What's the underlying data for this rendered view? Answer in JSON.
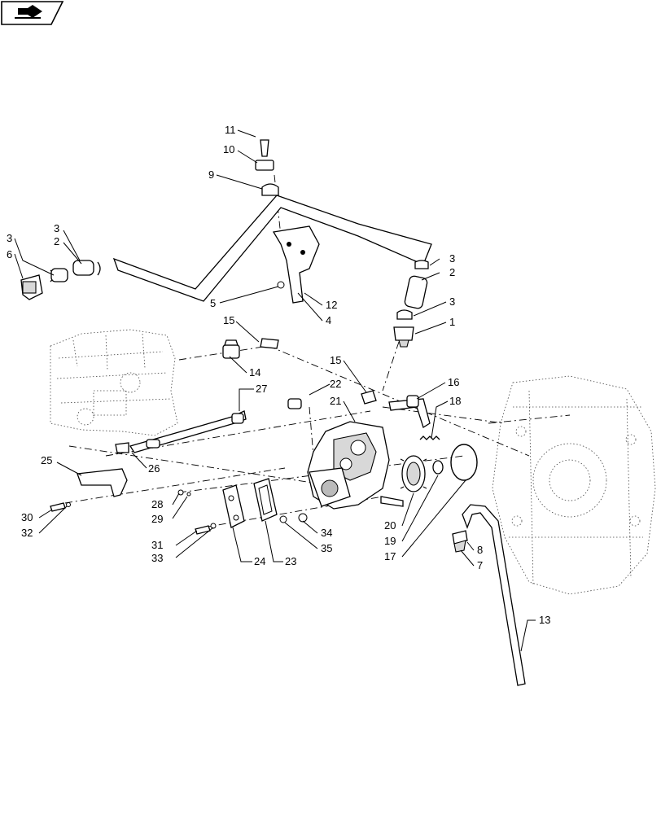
{
  "diagram": {
    "nav_icon": "next-page-arrow-icon",
    "callouts": [
      "1",
      "2",
      "3",
      "4",
      "5",
      "6",
      "7",
      "8",
      "9",
      "10",
      "11",
      "12",
      "13",
      "14",
      "15",
      "16",
      "17",
      "18",
      "19",
      "20",
      "21",
      "22",
      "23",
      "24",
      "25",
      "26",
      "27",
      "28",
      "29",
      "30",
      "31",
      "32",
      "33",
      "34",
      "35"
    ],
    "labels": {
      "l11": "11",
      "l10": "10",
      "l9": "9",
      "l3a": "3",
      "l3b": "3",
      "l2a": "2",
      "l6": "6",
      "l3c": "3",
      "l2b": "2",
      "l3d": "3",
      "l1": "1",
      "l5": "5",
      "l12": "12",
      "l4": "4",
      "l15a": "15",
      "l14": "14",
      "l27": "27",
      "l22": "22",
      "l15b": "15",
      "l21": "21",
      "l16": "16",
      "l18": "18",
      "l25": "25",
      "l26": "26",
      "l28": "28",
      "l29": "29",
      "l30": "30",
      "l32": "32",
      "l31": "31",
      "l33": "33",
      "l24": "24",
      "l23": "23",
      "l34": "34",
      "l35": "35",
      "l20": "20",
      "l19": "19",
      "l17": "17",
      "l8": "8",
      "l7": "7",
      "l13": "13"
    }
  }
}
